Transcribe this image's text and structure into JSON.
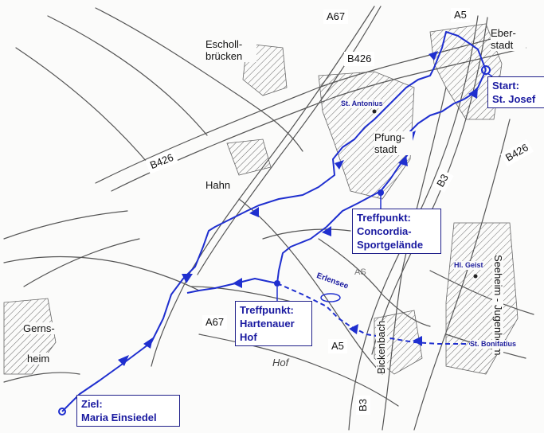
{
  "places": {
    "escholl": "Escholl-\nbrücken",
    "eberstadt": "Eber-\nstadt",
    "pfungstadt": "Pfung-\nstadt",
    "hahn": "Hahn",
    "gernsheim_1": "Gerns-",
    "gernsheim_2": "heim",
    "seeheim": "Seeheim - Jugenheim",
    "bickenbach": "Bickenbach",
    "erlensee": "Erlensee",
    "hof": "Hof"
  },
  "roads": {
    "a67_top": "A67",
    "a5_top": "A5",
    "b426_mid": "B426",
    "b426_left": "B426",
    "b426_right": "B426",
    "b3_mid": "B3",
    "a67_bottom": "A67",
    "a5_bottom": "A5",
    "b3_bottom": "B3",
    "as": "AS"
  },
  "churches": {
    "st_antonius": "St. Antonius",
    "hl_geist": "Hl. Geist",
    "st_bonifatius": "St. Bonifatius"
  },
  "route_points": {
    "start": "Start:\nSt. Josef",
    "treff_concordia": "Treffpunkt:\nConcordia-\nSportgelände",
    "treff_hartenauer": "Treffpunkt:\nHartenauer\nHof",
    "ziel": "Ziel:\nMaria Einsiedel"
  },
  "colors": {
    "route": "#1f2fcf",
    "pencil": "#555555",
    "label_blue": "#1a1aa0"
  }
}
